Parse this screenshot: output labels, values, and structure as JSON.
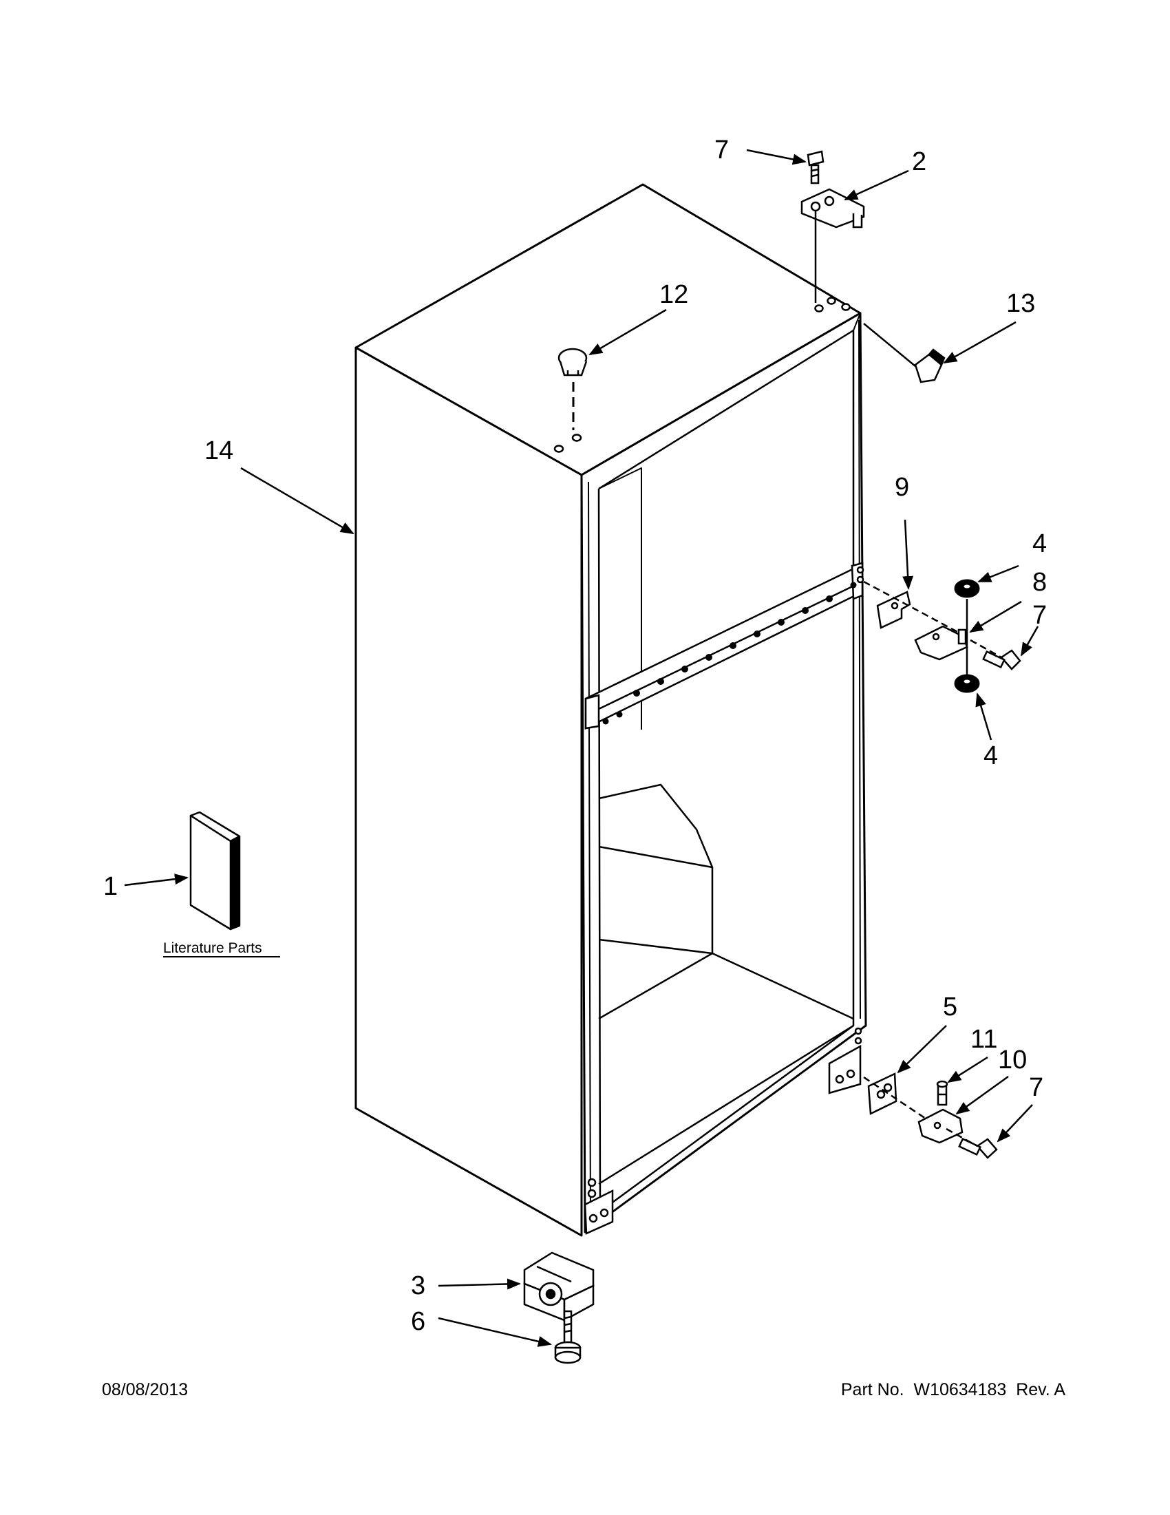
{
  "callouts": {
    "c1": "1",
    "c2": "2",
    "c3": "3",
    "c4a": "4",
    "c4b": "4",
    "c5": "5",
    "c6": "6",
    "c7a": "7",
    "c7b": "7",
    "c7c": "7",
    "c8": "8",
    "c9": "9",
    "c10": "10",
    "c11": "11",
    "c12": "12",
    "c13": "13",
    "c14": "14"
  },
  "literature_label": "Literature Parts",
  "footer": {
    "date": "08/08/2013",
    "part_prefix": "Part No.",
    "part_number": "W10634183",
    "revision": "Rev. A"
  }
}
